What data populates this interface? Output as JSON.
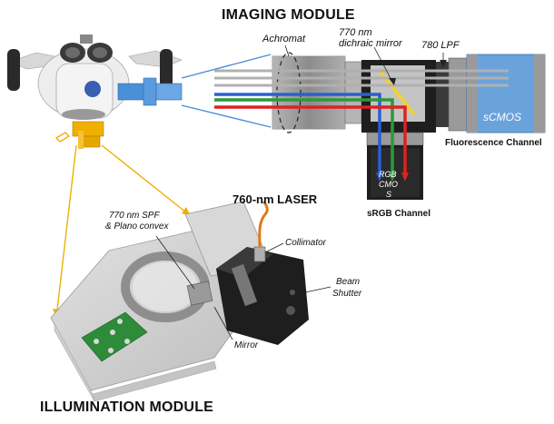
{
  "titles": {
    "imaging": "IMAGING MODULE",
    "illumination": "ILLUMINATION MODULE"
  },
  "labels": {
    "achromat": "Achromat",
    "dichroic_line1": "770 nm",
    "dichroic_line2": "dichraic mirror",
    "lpf": "780 LPF",
    "scmos": "sCMOS",
    "fluorescence_channel": "Fluorescence Channel",
    "rgb_line1": "RGB",
    "rgb_line2": "CMO",
    "rgb_line3": "S",
    "srgb_channel": "sRGB Channel",
    "laser": "760-nm LASER",
    "spf_line1": "770 nm SPF",
    "spf_line2": "& Plano convex",
    "collimator": "Collimator",
    "beam_line1": "Beam",
    "beam_line2": "Shutter",
    "mirror": "Mirror"
  },
  "colors": {
    "fluorescence_beam": "#b0b0b0",
    "red_beam": "#e02020",
    "green_beam": "#2a9a3a",
    "blue_beam": "#2b5fd0",
    "sensor_blue": "#6aa3dc",
    "connector_yellow": "#f0b000",
    "guide_blue": "#4a8fd8",
    "laser_fiber": "#e07818",
    "pcb_green": "#2e8b3a"
  }
}
